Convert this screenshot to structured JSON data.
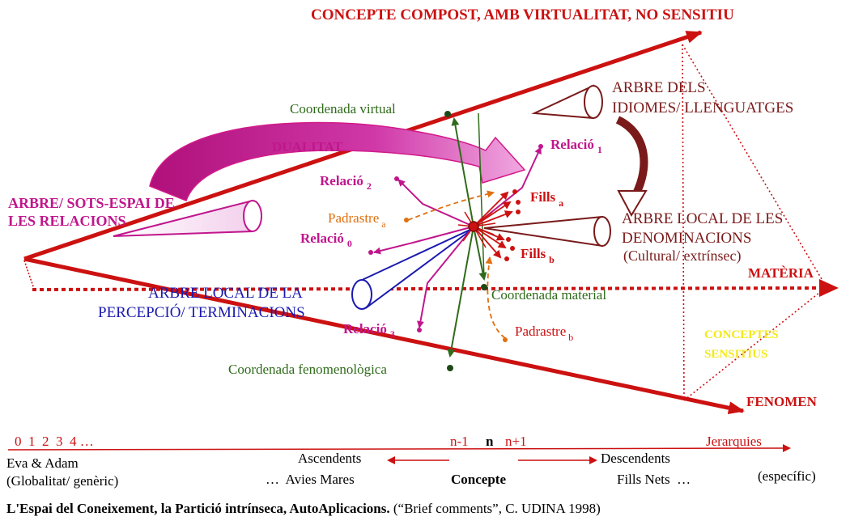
{
  "colors": {
    "red": "#cc1111",
    "darkred": "#7a1a1a",
    "magenta": "#c0168c",
    "pink": "#e060c8",
    "blue": "#1a1ab0",
    "green": "#2f6b1a",
    "darkgreen": "#1c4a14",
    "orange": "#e07010",
    "yellow": "#f2ea1a",
    "black": "#000000"
  },
  "labels": {
    "concepte_compost": "CONCEPTE COMPOST, AMB VIRTUALITAT, NO SENSITIU",
    "materia": "MATÈRIA",
    "fenomen": "FENOMEN",
    "conceptes_sensitius_1": "CONCEPTES",
    "conceptes_sensitius_2": "SENSITIUS",
    "arbre_idiomes_1": "ARBRE DELS",
    "arbre_idiomes_2": "IDIOMES/ LLENGUATGES",
    "arbre_relacions_1": "ARBRE/ SOTS-ESPAI DE",
    "arbre_relacions_2": "LES RELACIONS",
    "arbre_denominacions_1": "ARBRE LOCAL DE LES",
    "arbre_denominacions_2": "DENOMINACIONS",
    "arbre_denominacions_3": "(Cultural/ extrínsec)",
    "arbre_percepcio_1": "ARBRE LOCAL DE LA",
    "arbre_percepcio_2": "PERCEPCIÓ/ TERMINACIONS",
    "dualitat": "DUALITAT",
    "coord_virtual": "Coordenada virtual",
    "coord_material": "Coordenada material",
    "coord_fenomenologica": "Coordenada fenomenològica",
    "relacio_1": "Relació",
    "relacio_1_sub": "1",
    "relacio_2": "Relació",
    "relacio_2_sub": "2",
    "relacio_0": "Relació",
    "relacio_0_sub": "0",
    "relacio_3": "Relació",
    "relacio_3_sub": "3",
    "fills_a": "Fills",
    "fills_a_sub": "a",
    "fills_b": "Fills",
    "fills_b_sub": "b",
    "padrastre_a": "Padrastre",
    "padrastre_a_sub": "a",
    "padrastre_b": "Padrastre",
    "padrastre_b_sub": "b"
  },
  "scale": {
    "numbers": "0  1  2  3  4 …",
    "n_minus": "n-1",
    "n": "n",
    "n_plus": "n+1",
    "jerarquies": "Jerarquies",
    "eva_adam": "Eva & Adam",
    "globalitat": "(Globalitat/ genèric)",
    "ascendents": "Ascendents",
    "avies_mares": "…  Avies Mares",
    "concepte": "Concepte",
    "descendents": "Descendents",
    "fills_nets": "Fills Nets  …",
    "especific": "(específic)"
  },
  "caption": {
    "bold": "L'Espai del Coneixement, la Partició intrínseca, AutoAplicacions.",
    "normal": " (“Brief comments”, C. UDINA 1998)"
  }
}
